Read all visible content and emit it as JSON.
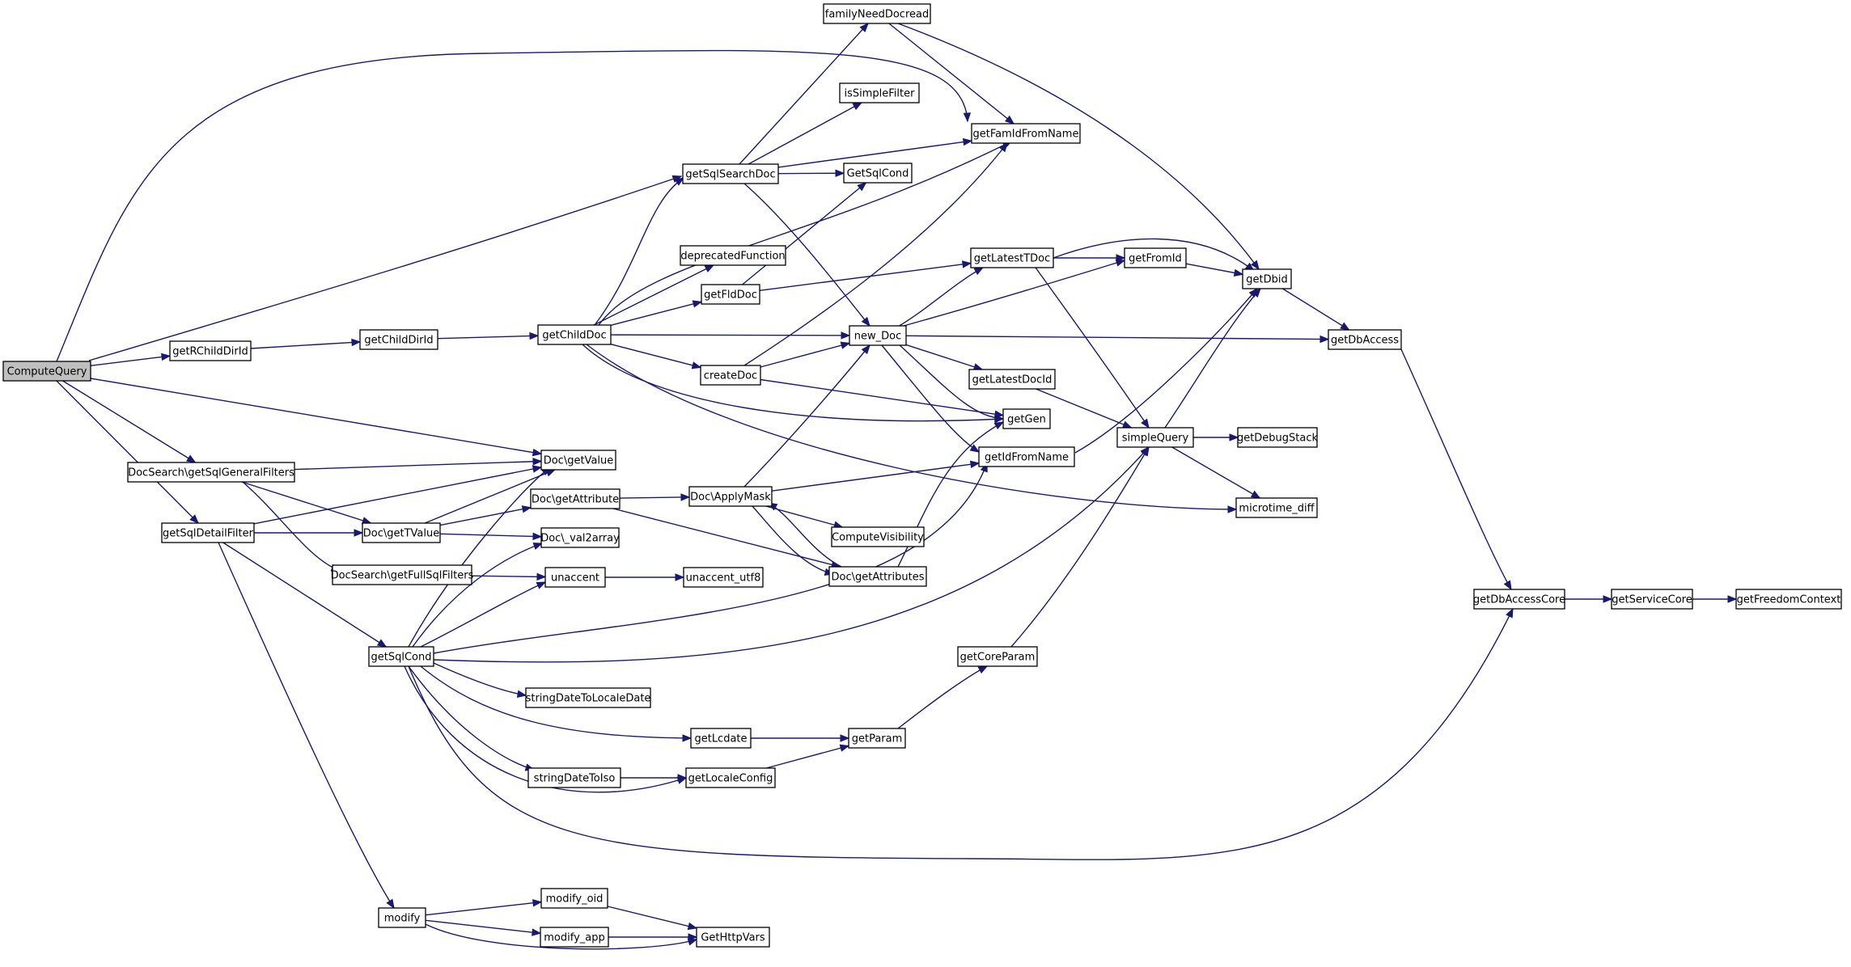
{
  "diagram": {
    "root": "ComputeQuery",
    "colors": {
      "edge": "#191970",
      "node_fill": "#ffffff",
      "root_fill": "#bfbfbf",
      "node_border": "#000000"
    },
    "nodes": [
      {
        "id": "ComputeQuery",
        "label": "ComputeQuery"
      },
      {
        "id": "getRChildDirId",
        "label": "getRChildDirId"
      },
      {
        "id": "getChildDirId",
        "label": "getChildDirId"
      },
      {
        "id": "getChildDoc",
        "label": "getChildDoc"
      },
      {
        "id": "getSqlSearchDoc",
        "label": "getSqlSearchDoc"
      },
      {
        "id": "familyNeedDocread",
        "label": "familyNeedDocread"
      },
      {
        "id": "isSimpleFilter",
        "label": "isSimpleFilter"
      },
      {
        "id": "getFamIdFromName",
        "label": "getFamIdFromName"
      },
      {
        "id": "GetSqlCond",
        "label": "GetSqlCond"
      },
      {
        "id": "deprecatedFunction",
        "label": "deprecatedFunction"
      },
      {
        "id": "getFldDoc",
        "label": "getFldDoc"
      },
      {
        "id": "getLatestTDoc",
        "label": "getLatestTDoc"
      },
      {
        "id": "getFromId",
        "label": "getFromId"
      },
      {
        "id": "getDbid",
        "label": "getDbid"
      },
      {
        "id": "new_Doc",
        "label": "new_Doc"
      },
      {
        "id": "getDbAccess",
        "label": "getDbAccess"
      },
      {
        "id": "createDoc",
        "label": "createDoc"
      },
      {
        "id": "getLatestDocId",
        "label": "getLatestDocId"
      },
      {
        "id": "getGen",
        "label": "getGen"
      },
      {
        "id": "simpleQuery",
        "label": "simpleQuery"
      },
      {
        "id": "getDebugStack",
        "label": "getDebugStack"
      },
      {
        "id": "getIdFromName",
        "label": "getIdFromName"
      },
      {
        "id": "microtime_diff",
        "label": "microtime_diff"
      },
      {
        "id": "DocSearchGetSqlGeneralFilters",
        "label": "DocSearch\\getSqlGeneralFilters"
      },
      {
        "id": "DocGetValue",
        "label": "Doc\\getValue"
      },
      {
        "id": "DocGetAttribute",
        "label": "Doc\\getAttribute"
      },
      {
        "id": "DocApplyMask",
        "label": "Doc\\ApplyMask"
      },
      {
        "id": "ComputeVisibility",
        "label": "ComputeVisibility"
      },
      {
        "id": "getSqlDetailFilter",
        "label": "getSqlDetailFilter"
      },
      {
        "id": "DocGetTValue",
        "label": "Doc\\getTValue"
      },
      {
        "id": "DocVal2array",
        "label": "Doc\\_val2array"
      },
      {
        "id": "DocGetAttributes",
        "label": "Doc\\getAttributes"
      },
      {
        "id": "DocSearchGetFullSqlFilters",
        "label": "DocSearch\\getFullSqlFilters"
      },
      {
        "id": "unaccent",
        "label": "unaccent"
      },
      {
        "id": "unaccent_utf8",
        "label": "unaccent_utf8"
      },
      {
        "id": "getDbAccessCore",
        "label": "getDbAccessCore"
      },
      {
        "id": "getServiceCore",
        "label": "getServiceCore"
      },
      {
        "id": "getFreedomContext",
        "label": "getFreedomContext"
      },
      {
        "id": "getSqlCond",
        "label": "getSqlCond"
      },
      {
        "id": "getCoreParam",
        "label": "getCoreParam"
      },
      {
        "id": "stringDateToLocaleDate",
        "label": "stringDateToLocaleDate"
      },
      {
        "id": "getLcdate",
        "label": "getLcdate"
      },
      {
        "id": "getParam",
        "label": "getParam"
      },
      {
        "id": "stringDateToIso",
        "label": "stringDateToIso"
      },
      {
        "id": "getLocaleConfig",
        "label": "getLocaleConfig"
      },
      {
        "id": "modify",
        "label": "modify"
      },
      {
        "id": "modify_oid",
        "label": "modify_oid"
      },
      {
        "id": "modify_app",
        "label": "modify_app"
      },
      {
        "id": "GetHttpVars",
        "label": "GetHttpVars"
      }
    ],
    "edges": [
      {
        "from": "ComputeQuery",
        "to": "getFamIdFromName"
      },
      {
        "from": "ComputeQuery",
        "to": "getSqlSearchDoc"
      },
      {
        "from": "ComputeQuery",
        "to": "getRChildDirId"
      },
      {
        "from": "ComputeQuery",
        "to": "DocGetValue"
      },
      {
        "from": "ComputeQuery",
        "to": "DocSearchGetSqlGeneralFilters"
      },
      {
        "from": "ComputeQuery",
        "to": "getSqlDetailFilter"
      },
      {
        "from": "getRChildDirId",
        "to": "getChildDirId"
      },
      {
        "from": "getChildDirId",
        "to": "getChildDoc"
      },
      {
        "from": "getChildDoc",
        "to": "getSqlSearchDoc"
      },
      {
        "from": "getChildDoc",
        "to": "getFamIdFromName"
      },
      {
        "from": "getChildDoc",
        "to": "deprecatedFunction"
      },
      {
        "from": "getChildDoc",
        "to": "getFldDoc"
      },
      {
        "from": "getChildDoc",
        "to": "new_Doc"
      },
      {
        "from": "getChildDoc",
        "to": "createDoc"
      },
      {
        "from": "getChildDoc",
        "to": "getGen"
      },
      {
        "from": "getChildDoc",
        "to": "microtime_diff"
      },
      {
        "from": "getSqlSearchDoc",
        "to": "familyNeedDocread"
      },
      {
        "from": "getSqlSearchDoc",
        "to": "isSimpleFilter"
      },
      {
        "from": "getSqlSearchDoc",
        "to": "getFamIdFromName"
      },
      {
        "from": "getSqlSearchDoc",
        "to": "GetSqlCond"
      },
      {
        "from": "getSqlSearchDoc",
        "to": "new_Doc"
      },
      {
        "from": "familyNeedDocread",
        "to": "getFamIdFromName"
      },
      {
        "from": "familyNeedDocread",
        "to": "getDbid"
      },
      {
        "from": "getFldDoc",
        "to": "GetSqlCond"
      },
      {
        "from": "getFldDoc",
        "to": "getLatestTDoc"
      },
      {
        "from": "getLatestTDoc",
        "to": "getFromId"
      },
      {
        "from": "getLatestTDoc",
        "to": "getDbid"
      },
      {
        "from": "getLatestTDoc",
        "to": "simpleQuery"
      },
      {
        "from": "getFromId",
        "to": "getDbid"
      },
      {
        "from": "getDbid",
        "to": "getDbAccess"
      },
      {
        "from": "new_Doc",
        "to": "getLatestTDoc"
      },
      {
        "from": "new_Doc",
        "to": "getFromId"
      },
      {
        "from": "new_Doc",
        "to": "getDbAccess"
      },
      {
        "from": "new_Doc",
        "to": "getLatestDocId"
      },
      {
        "from": "new_Doc",
        "to": "getGen"
      },
      {
        "from": "new_Doc",
        "to": "getIdFromName"
      },
      {
        "from": "createDoc",
        "to": "new_Doc"
      },
      {
        "from": "createDoc",
        "to": "getFamIdFromName"
      },
      {
        "from": "createDoc",
        "to": "getGen"
      },
      {
        "from": "getLatestDocId",
        "to": "simpleQuery"
      },
      {
        "from": "simpleQuery",
        "to": "getDbid"
      },
      {
        "from": "simpleQuery",
        "to": "getDebugStack"
      },
      {
        "from": "simpleQuery",
        "to": "microtime_diff"
      },
      {
        "from": "getIdFromName",
        "to": "getDbid"
      },
      {
        "from": "getDbAccess",
        "to": "getDbAccessCore"
      },
      {
        "from": "getDbAccessCore",
        "to": "getServiceCore"
      },
      {
        "from": "getServiceCore",
        "to": "getFreedomContext"
      },
      {
        "from": "DocSearchGetSqlGeneralFilters",
        "to": "DocGetValue"
      },
      {
        "from": "DocSearchGetSqlGeneralFilters",
        "to": "DocGetTValue"
      },
      {
        "from": "DocSearchGetSqlGeneralFilters",
        "to": "DocSearchGetFullSqlFilters"
      },
      {
        "from": "getSqlDetailFilter",
        "to": "DocGetValue"
      },
      {
        "from": "getSqlDetailFilter",
        "to": "DocGetTValue"
      },
      {
        "from": "getSqlDetailFilter",
        "to": "getSqlCond"
      },
      {
        "from": "getSqlDetailFilter",
        "to": "modify"
      },
      {
        "from": "DocGetTValue",
        "to": "DocGetValue"
      },
      {
        "from": "DocGetTValue",
        "to": "DocGetAttribute"
      },
      {
        "from": "DocGetTValue",
        "to": "DocVal2array"
      },
      {
        "from": "DocGetAttribute",
        "to": "DocApplyMask"
      },
      {
        "from": "DocGetAttribute",
        "to": "DocGetAttributes"
      },
      {
        "from": "DocApplyMask",
        "to": "new_Doc"
      },
      {
        "from": "DocApplyMask",
        "to": "getIdFromName"
      },
      {
        "from": "DocApplyMask",
        "to": "ComputeVisibility"
      },
      {
        "from": "DocApplyMask",
        "to": "DocGetAttributes"
      },
      {
        "from": "DocGetAttributes",
        "to": "DocApplyMask"
      },
      {
        "from": "DocGetAttributes",
        "to": "getGen"
      },
      {
        "from": "DocSearchGetFullSqlFilters",
        "to": "unaccent"
      },
      {
        "from": "unaccent",
        "to": "unaccent_utf8"
      },
      {
        "from": "getSqlCond",
        "to": "DocGetValue"
      },
      {
        "from": "getSqlCond",
        "to": "DocVal2array"
      },
      {
        "from": "getSqlCond",
        "to": "unaccent"
      },
      {
        "from": "getSqlCond",
        "to": "getIdFromName"
      },
      {
        "from": "getSqlCond",
        "to": "simpleQuery"
      },
      {
        "from": "getSqlCond",
        "to": "stringDateToLocaleDate"
      },
      {
        "from": "getSqlCond",
        "to": "getLcdate"
      },
      {
        "from": "getSqlCond",
        "to": "stringDateToIso"
      },
      {
        "from": "getSqlCond",
        "to": "getLocaleConfig"
      },
      {
        "from": "getSqlCond",
        "to": "getDbAccessCore"
      },
      {
        "from": "getCoreParam",
        "to": "simpleQuery"
      },
      {
        "from": "getLcdate",
        "to": "getParam"
      },
      {
        "from": "getParam",
        "to": "getCoreParam"
      },
      {
        "from": "stringDateToIso",
        "to": "getLocaleConfig"
      },
      {
        "from": "getLocaleConfig",
        "to": "getParam"
      },
      {
        "from": "modify",
        "to": "modify_oid"
      },
      {
        "from": "modify",
        "to": "modify_app"
      },
      {
        "from": "modify",
        "to": "GetHttpVars"
      },
      {
        "from": "modify_oid",
        "to": "GetHttpVars"
      },
      {
        "from": "modify_app",
        "to": "GetHttpVars"
      }
    ]
  }
}
